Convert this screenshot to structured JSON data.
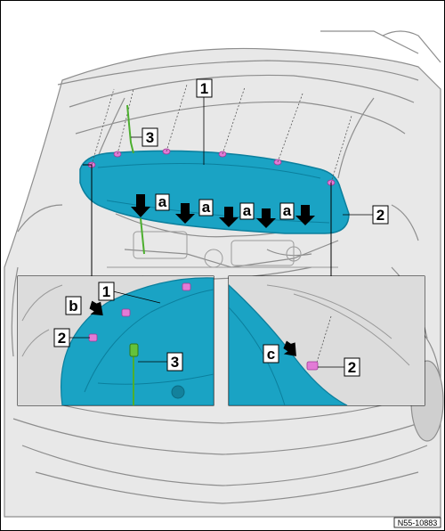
{
  "figure": {
    "reference_code": "N55-10883",
    "callouts": {
      "one_main": "1",
      "two_main": "2",
      "three_main": "3",
      "one_detail": "1",
      "two_detail_left": "2",
      "three_detail": "3",
      "two_detail_right": "2"
    },
    "arrow_letters": {
      "a1": "a",
      "a2": "a",
      "a3": "a",
      "a4": "a",
      "b": "b",
      "c": "c"
    }
  },
  "colors": {
    "panel_cyan": "#1aa3c4",
    "panel_cyan_dark": "#0b7f9d",
    "clip_pink": "#e27bd6",
    "wire_green": "#4caf2e",
    "outline_grey": "#9a9a9a",
    "background_grey": "#cfcfcf"
  }
}
